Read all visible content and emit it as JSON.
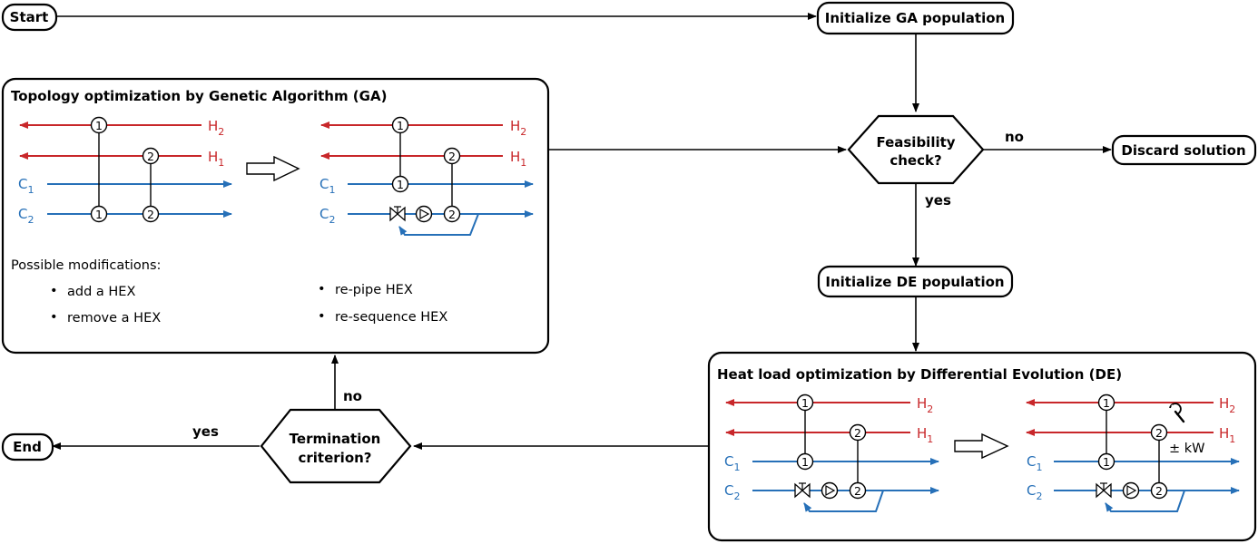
{
  "nodes": {
    "start": "Start",
    "init_ga": "Initialize GA population",
    "feasibility_1": "Feasibility",
    "feasibility_2": "check?",
    "discard": "Discard solution",
    "init_de": "Initialize DE population",
    "termination_1": "Termination",
    "termination_2": "criterion?",
    "end": "End"
  },
  "edges": {
    "feas_no": "no",
    "feas_yes": "yes",
    "term_no": "no",
    "term_yes": "yes"
  },
  "ga_panel": {
    "title": "Topology optimization by Genetic Algorithm (GA)",
    "modifications_title": "Possible modifications:",
    "modifications": [
      "add a HEX",
      "remove a HEX",
      "re-pipe HEX",
      "re-sequence HEX"
    ]
  },
  "de_panel": {
    "title": "Heat load optimization by Differential Evolution (DE)",
    "adjust_label": "± kW"
  },
  "streams": {
    "hot_prefix": "H",
    "cold_prefix": "C",
    "h2_sub": "2",
    "h1_sub": "1",
    "c1_sub": "1",
    "c2_sub": "2"
  },
  "hex_labels": [
    "1",
    "2"
  ],
  "colors": {
    "hot_stream": "#c8272a",
    "cold_stream": "#2670b8",
    "outline": "#000000"
  },
  "icons": [
    "wrench-icon",
    "valve-icon",
    "pump-icon",
    "hollow-arrow-icon"
  ]
}
